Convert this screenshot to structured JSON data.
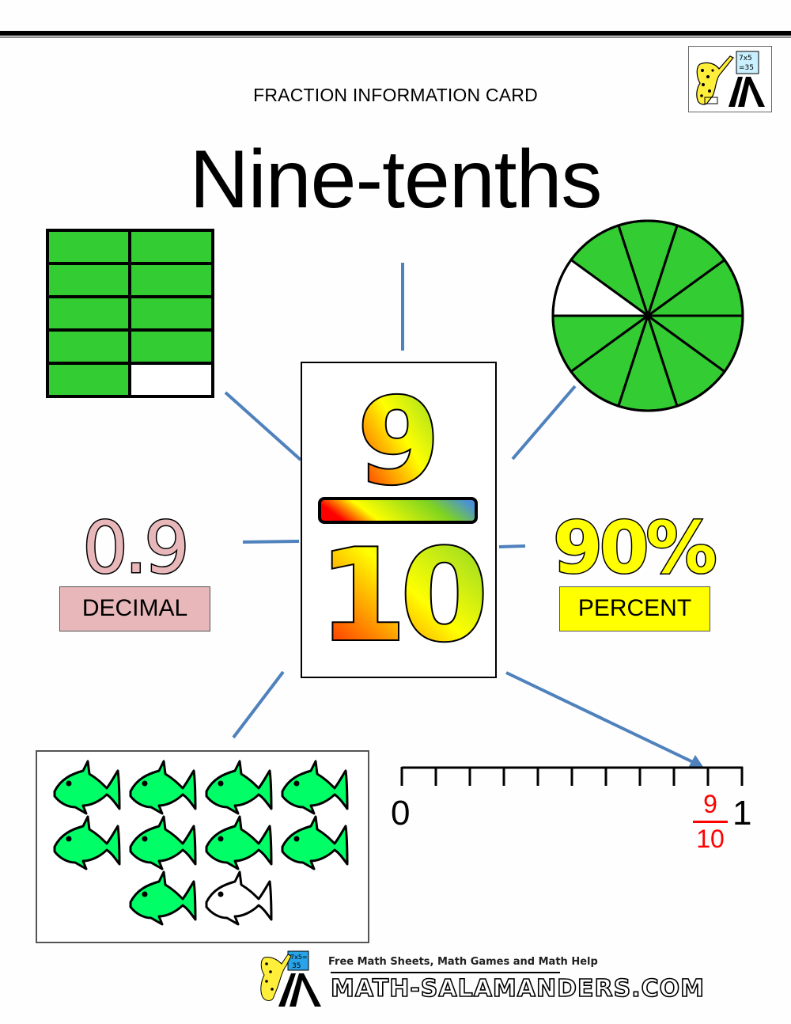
{
  "header": {
    "subtitle": "FRACTION INFORMATION CARD",
    "title": "Nine-tenths",
    "logo_icon": "salamander-teacher-icon",
    "logo_board_text": [
      "7x5",
      "=35"
    ]
  },
  "fraction": {
    "numerator": "9",
    "denominator": "10",
    "gradient_colors": [
      "#ff0000",
      "#ffff00",
      "#7ed321",
      "#4a90d9"
    ]
  },
  "decimal": {
    "value": "0.9",
    "label": "DECIMAL",
    "color": "#e8b7ba"
  },
  "percent": {
    "value": "90%",
    "label": "PERCENT",
    "color": "#ffff00"
  },
  "rectangle_model": {
    "rows": 5,
    "cols": 2,
    "shaded": 9,
    "total": 10,
    "fill": "#33cc33"
  },
  "pie_model": {
    "slices": 10,
    "shaded": 9,
    "fill": "#33cc33"
  },
  "fish_set": {
    "total": 10,
    "shaded": 9,
    "fill": "#00ff66"
  },
  "number_line": {
    "start_label": "0",
    "end_label": "1",
    "ticks": 11,
    "marker_numerator": "9",
    "marker_denominator": "10",
    "marker_color": "#ff0000"
  },
  "connector_color": "#4f81bd",
  "footer": {
    "tagline": "Free Math Sheets, Math Games and Math Help",
    "brand": "MATH-SALAMANDERS.COM",
    "logo_board_text": [
      "7x5=",
      "35"
    ]
  }
}
